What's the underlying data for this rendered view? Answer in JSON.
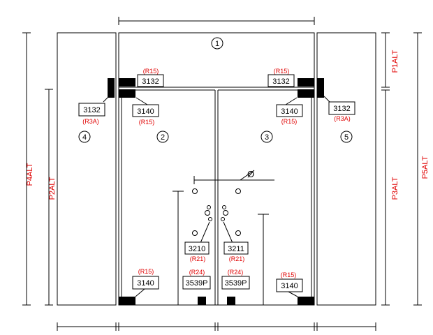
{
  "side_labels": {
    "p1": "P1ALT",
    "p2": "P2ALT",
    "p3": "P3ALT",
    "p4": "P4ALT",
    "p5": "P5ALT"
  },
  "panels": {
    "p1": "1",
    "p2": "2",
    "p3": "3",
    "p4": "4",
    "p5": "5"
  },
  "symbol": "Ø",
  "parts": {
    "top_left": {
      "code": "3132",
      "ref": "(R15)"
    },
    "top_right": {
      "code": "3132",
      "ref": "(R15)"
    },
    "left_outer": {
      "code": "3132",
      "ref": "(R3A)"
    },
    "right_outer": {
      "code": "3132",
      "ref": "(R3A)"
    },
    "left_hinge": {
      "code": "3140",
      "ref": "(R15)"
    },
    "right_hinge": {
      "code": "3140",
      "ref": "(R15)"
    },
    "handle_left": {
      "code": "3210",
      "ref": "(R21)"
    },
    "handle_right": {
      "code": "3211",
      "ref": "(R21)"
    },
    "bottom_left": {
      "code": "3140",
      "ref": "(R15)"
    },
    "bottom_right": {
      "code": "3140",
      "ref": "(R15)"
    },
    "lock_left": {
      "code": "3539P",
      "ref": "(R24)"
    },
    "lock_right": {
      "code": "3539P",
      "ref": "(R24)"
    }
  }
}
